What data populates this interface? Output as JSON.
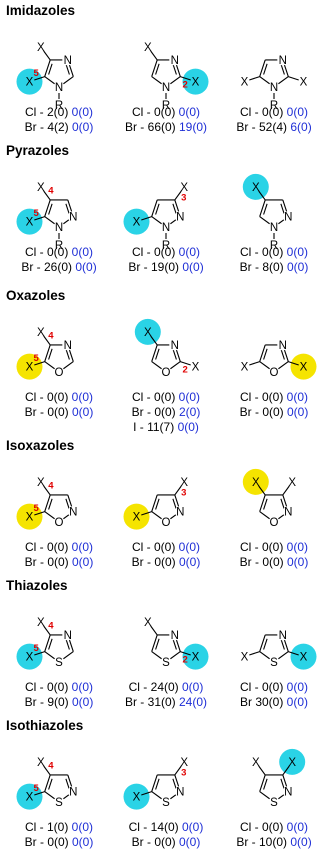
{
  "colors": {
    "cyan": "#2ad3e6",
    "yellow": "#f5e400",
    "blue_count": "#1f2fd6",
    "position_number": "#e00000"
  },
  "sections": [
    {
      "title": "Imidazoles",
      "cells": [
        {
          "ring": "imidazole",
          "mode": 0,
          "highlight": "cyan",
          "stats": [
            {
              "label": "Cl - ",
              "count": "2(0)",
              "blue": "0(0)"
            },
            {
              "label": "Br - ",
              "count": "4(2)",
              "blue": "0(0)"
            }
          ]
        },
        {
          "ring": "imidazole",
          "mode": 1,
          "highlight": "cyan",
          "stats": [
            {
              "label": "Cl - ",
              "count": "0(0)",
              "blue": "0(0)"
            },
            {
              "label": "Br - ",
              "count": "66(0)",
              "blue": "19(0)"
            }
          ]
        },
        {
          "ring": "imidazole",
          "mode": 2,
          "highlight": "none",
          "stats": [
            {
              "label": "Cl - ",
              "count": "0(0)",
              "blue": "0(0)"
            },
            {
              "label": "Br - ",
              "count": "52(4)",
              "blue": "6(0)"
            }
          ]
        }
      ]
    },
    {
      "title": "Pyrazoles",
      "cells": [
        {
          "ring": "pyrazole",
          "mode": 0,
          "highlight": "cyan",
          "stats": [
            {
              "label": "Cl - ",
              "count": "0(0)",
              "blue": "0(0)"
            },
            {
              "label": "Br - ",
              "count": "26(0)",
              "blue": "0(0)"
            }
          ]
        },
        {
          "ring": "pyrazole",
          "mode": 1,
          "highlight": "cyan",
          "stats": [
            {
              "label": "Cl - ",
              "count": "0(0)",
              "blue": "0(0)"
            },
            {
              "label": "Br - ",
              "count": "19(0)",
              "blue": "0(0)"
            }
          ]
        },
        {
          "ring": "pyrazole",
          "mode": 2,
          "highlight": "cyan",
          "stats": [
            {
              "label": "Cl - ",
              "count": "0(0)",
              "blue": "0(0)"
            },
            {
              "label": "Br - ",
              "count": "8(0)",
              "blue": "0(0)"
            }
          ]
        }
      ]
    },
    {
      "title": "Oxazoles",
      "cells": [
        {
          "ring": "oxazole",
          "mode": 0,
          "highlight": "yellow",
          "stats": [
            {
              "label": "Cl - ",
              "count": "0(0)",
              "blue": "0(0)"
            },
            {
              "label": "Br - ",
              "count": "0(0)",
              "blue": "0(0)"
            }
          ]
        },
        {
          "ring": "oxazole",
          "mode": 1,
          "highlight": "cyan",
          "stats": [
            {
              "label": "Cl - ",
              "count": "0(0)",
              "blue": "0(0)"
            },
            {
              "label": "Br - ",
              "count": "0(0)",
              "blue": "2(0)"
            },
            {
              "label": "I - ",
              "count": "11(7)",
              "blue": "0(0)"
            }
          ]
        },
        {
          "ring": "oxazole",
          "mode": 2,
          "highlight": "yellow",
          "stats": [
            {
              "label": "Cl - ",
              "count": "0(0)",
              "blue": "0(0)"
            },
            {
              "label": "Br - ",
              "count": "0(0)",
              "blue": "0(0)"
            }
          ]
        }
      ]
    },
    {
      "title": "Isoxazoles",
      "cells": [
        {
          "ring": "isoxazole",
          "mode": 0,
          "highlight": "yellow",
          "stats": [
            {
              "label": "Cl - ",
              "count": "0(0)",
              "blue": "0(0)"
            },
            {
              "label": "Br - ",
              "count": "0(0)",
              "blue": "0(0)"
            }
          ]
        },
        {
          "ring": "isoxazole",
          "mode": 1,
          "highlight": "yellow",
          "stats": [
            {
              "label": "Cl - ",
              "count": "0(0)",
              "blue": "0(0)"
            },
            {
              "label": "Br - ",
              "count": "0(0)",
              "blue": "0(0)"
            }
          ]
        },
        {
          "ring": "isoxazole",
          "mode": 2,
          "highlight": "yellow",
          "stats": [
            {
              "label": "Cl - ",
              "count": "0(0)",
              "blue": "0(0)"
            },
            {
              "label": "Br - ",
              "count": "0(0)",
              "blue": "0(0)"
            }
          ]
        }
      ]
    },
    {
      "title": "Thiazoles",
      "cells": [
        {
          "ring": "thiazole",
          "mode": 0,
          "highlight": "cyan",
          "stats": [
            {
              "label": "Cl - ",
              "count": "0(0)",
              "blue": "0(0)"
            },
            {
              "label": "Br - ",
              "count": "9(0)",
              "blue": "0(0)"
            }
          ]
        },
        {
          "ring": "thiazole",
          "mode": 1,
          "highlight": "cyan",
          "stats": [
            {
              "label": "Cl - ",
              "count": "24(0)",
              "blue": "0(0)"
            },
            {
              "label": "Br - ",
              "count": "31(0)",
              "blue": "24(0)"
            }
          ]
        },
        {
          "ring": "thiazole",
          "mode": 2,
          "highlight": "cyan",
          "stats": [
            {
              "label": "Cl - ",
              "count": "0(0)",
              "blue": "0(0)"
            },
            {
              "label": "Br ",
              "count": "30(0)",
              "blue": "0(0)"
            }
          ]
        }
      ]
    },
    {
      "title": "Isothiazoles",
      "cells": [
        {
          "ring": "isothiazole",
          "mode": 0,
          "highlight": "cyan",
          "stats": [
            {
              "label": "Cl - ",
              "count": "1(0)",
              "blue": "0(0)"
            },
            {
              "label": "Br - ",
              "count": "0(0)",
              "blue": "0(0)"
            }
          ]
        },
        {
          "ring": "isothiazole",
          "mode": 1,
          "highlight": "cyan",
          "stats": [
            {
              "label": "Cl - ",
              "count": "14(0)",
              "blue": "0(0)"
            },
            {
              "label": "Br - ",
              "count": "0(0)",
              "blue": "0(0)"
            }
          ]
        },
        {
          "ring": "isothiazole",
          "mode": 2,
          "highlight": "cyan",
          "stats": [
            {
              "label": "Cl - ",
              "count": "0(0)",
              "blue": "0(0)"
            },
            {
              "label": "Br - ",
              "count": "10(0)",
              "blue": "0(0)"
            }
          ]
        }
      ]
    }
  ],
  "rings": {
    "imidazole": {
      "atoms": [
        "C",
        "C",
        "N",
        "C",
        "N"
      ],
      "nsub": "R",
      "double": [
        [
          0,
          1
        ],
        [
          2,
          3
        ]
      ],
      "modes": [
        {
          "hi": 0,
          "sub": [
            1
          ],
          "num": [
            0,
            "5"
          ]
        },
        {
          "hi": 3,
          "sub": [
            1
          ],
          "num": [
            3,
            "2"
          ]
        },
        {
          "hi": -1,
          "sub": [
            0,
            3
          ],
          "num": null
        }
      ]
    },
    "pyrazole": {
      "atoms": [
        "C",
        "C",
        "C",
        "N",
        "N"
      ],
      "nsub": "R",
      "double": [
        [
          0,
          1
        ],
        [
          2,
          3
        ]
      ],
      "modes": [
        {
          "hi": 0,
          "sub": [
            1
          ],
          "num": [
            0,
            "5",
            1,
            "4"
          ]
        },
        {
          "hi": 0,
          "sub": [
            2
          ],
          "num": [
            2,
            "3"
          ]
        },
        {
          "hi": 1,
          "sub": [],
          "num": null
        }
      ]
    },
    "oxazole": {
      "atoms": [
        "C",
        "C",
        "N",
        "C",
        "O"
      ],
      "nsub": null,
      "double": [
        [
          0,
          1
        ],
        [
          2,
          3
        ]
      ],
      "modes": [
        {
          "hi": 0,
          "sub": [
            1
          ],
          "num": [
            0,
            "5",
            1,
            "4"
          ]
        },
        {
          "hi": 1,
          "sub": [
            3
          ],
          "num": [
            3,
            "2"
          ]
        },
        {
          "hi": 3,
          "sub": [
            0
          ],
          "num": null
        }
      ]
    },
    "isoxazole": {
      "atoms": [
        "C",
        "C",
        "C",
        "N",
        "O"
      ],
      "nsub": null,
      "double": [
        [
          0,
          1
        ],
        [
          2,
          3
        ]
      ],
      "modes": [
        {
          "hi": 0,
          "sub": [
            1
          ],
          "num": [
            0,
            "5",
            1,
            "4"
          ]
        },
        {
          "hi": 0,
          "sub": [
            2
          ],
          "num": [
            2,
            "3"
          ]
        },
        {
          "hi": 1,
          "sub": [
            2
          ],
          "num": null
        }
      ]
    },
    "thiazole": {
      "atoms": [
        "C",
        "C",
        "N",
        "C",
        "S"
      ],
      "nsub": null,
      "double": [
        [
          0,
          1
        ],
        [
          2,
          3
        ]
      ],
      "modes": [
        {
          "hi": 0,
          "sub": [
            1
          ],
          "num": [
            0,
            "5",
            1,
            "4"
          ]
        },
        {
          "hi": 3,
          "sub": [
            1
          ],
          "num": [
            3,
            "2"
          ]
        },
        {
          "hi": 3,
          "sub": [
            0
          ],
          "num": null
        }
      ]
    },
    "isothiazole": {
      "atoms": [
        "C",
        "C",
        "C",
        "N",
        "S"
      ],
      "nsub": null,
      "double": [
        [
          0,
          1
        ],
        [
          2,
          3
        ]
      ],
      "modes": [
        {
          "hi": 0,
          "sub": [
            1
          ],
          "num": [
            0,
            "5",
            1,
            "4"
          ]
        },
        {
          "hi": 0,
          "sub": [
            2
          ],
          "num": [
            2,
            "3"
          ]
        },
        {
          "hi": 2,
          "sub": [
            1
          ],
          "num": null
        }
      ]
    }
  },
  "substituent_label": "X"
}
